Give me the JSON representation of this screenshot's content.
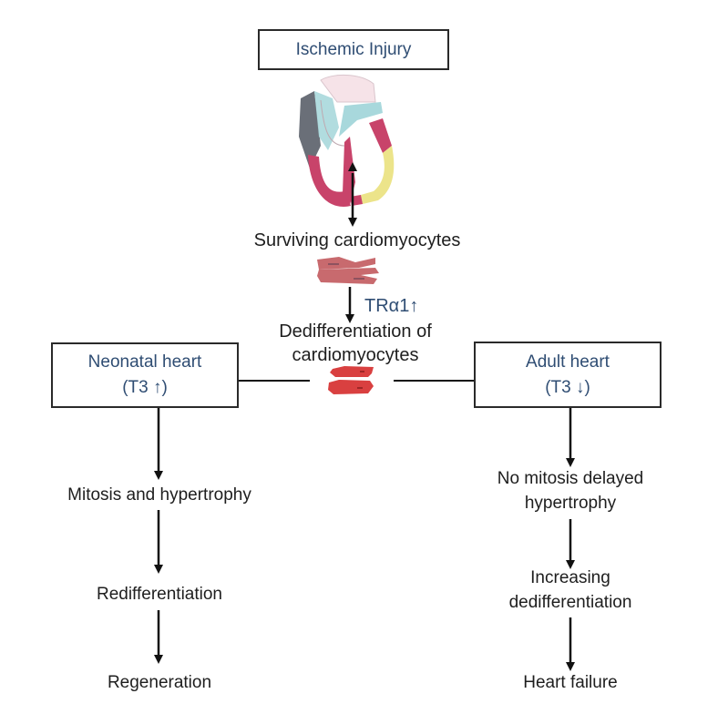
{
  "title_box": {
    "label": "Ischemic Injury"
  },
  "center": {
    "surviving": "Surviving cardiomyocytes",
    "marker": "TRα1↑",
    "dediff_line1": "Dedifferentiation of",
    "dediff_line2": "cardiomyocytes"
  },
  "neonatal": {
    "title": "Neonatal heart",
    "subtitle": "(T3 ↑)",
    "steps": [
      "Mitosis and hypertrophy",
      "Redifferentiation",
      "Regeneration"
    ]
  },
  "adult": {
    "title": "Adult heart",
    "subtitle": "(T3 ↓)",
    "steps": [
      {
        "line1": "No mitosis  delayed",
        "line2": "hypertrophy"
      },
      {
        "line1": "Increasing",
        "line2": "dedifferentiation"
      },
      {
        "line1": "Heart failure",
        "line2": ""
      }
    ]
  },
  "colors": {
    "box_text": "#2f4d73",
    "muscle_dark": "#c86a6e",
    "muscle_bright": "#d94040",
    "heart_wall": "#c8436a",
    "heart_yellow": "#ece48a",
    "heart_blue": "#a8d8dc",
    "heart_grey": "#6a6f78"
  }
}
